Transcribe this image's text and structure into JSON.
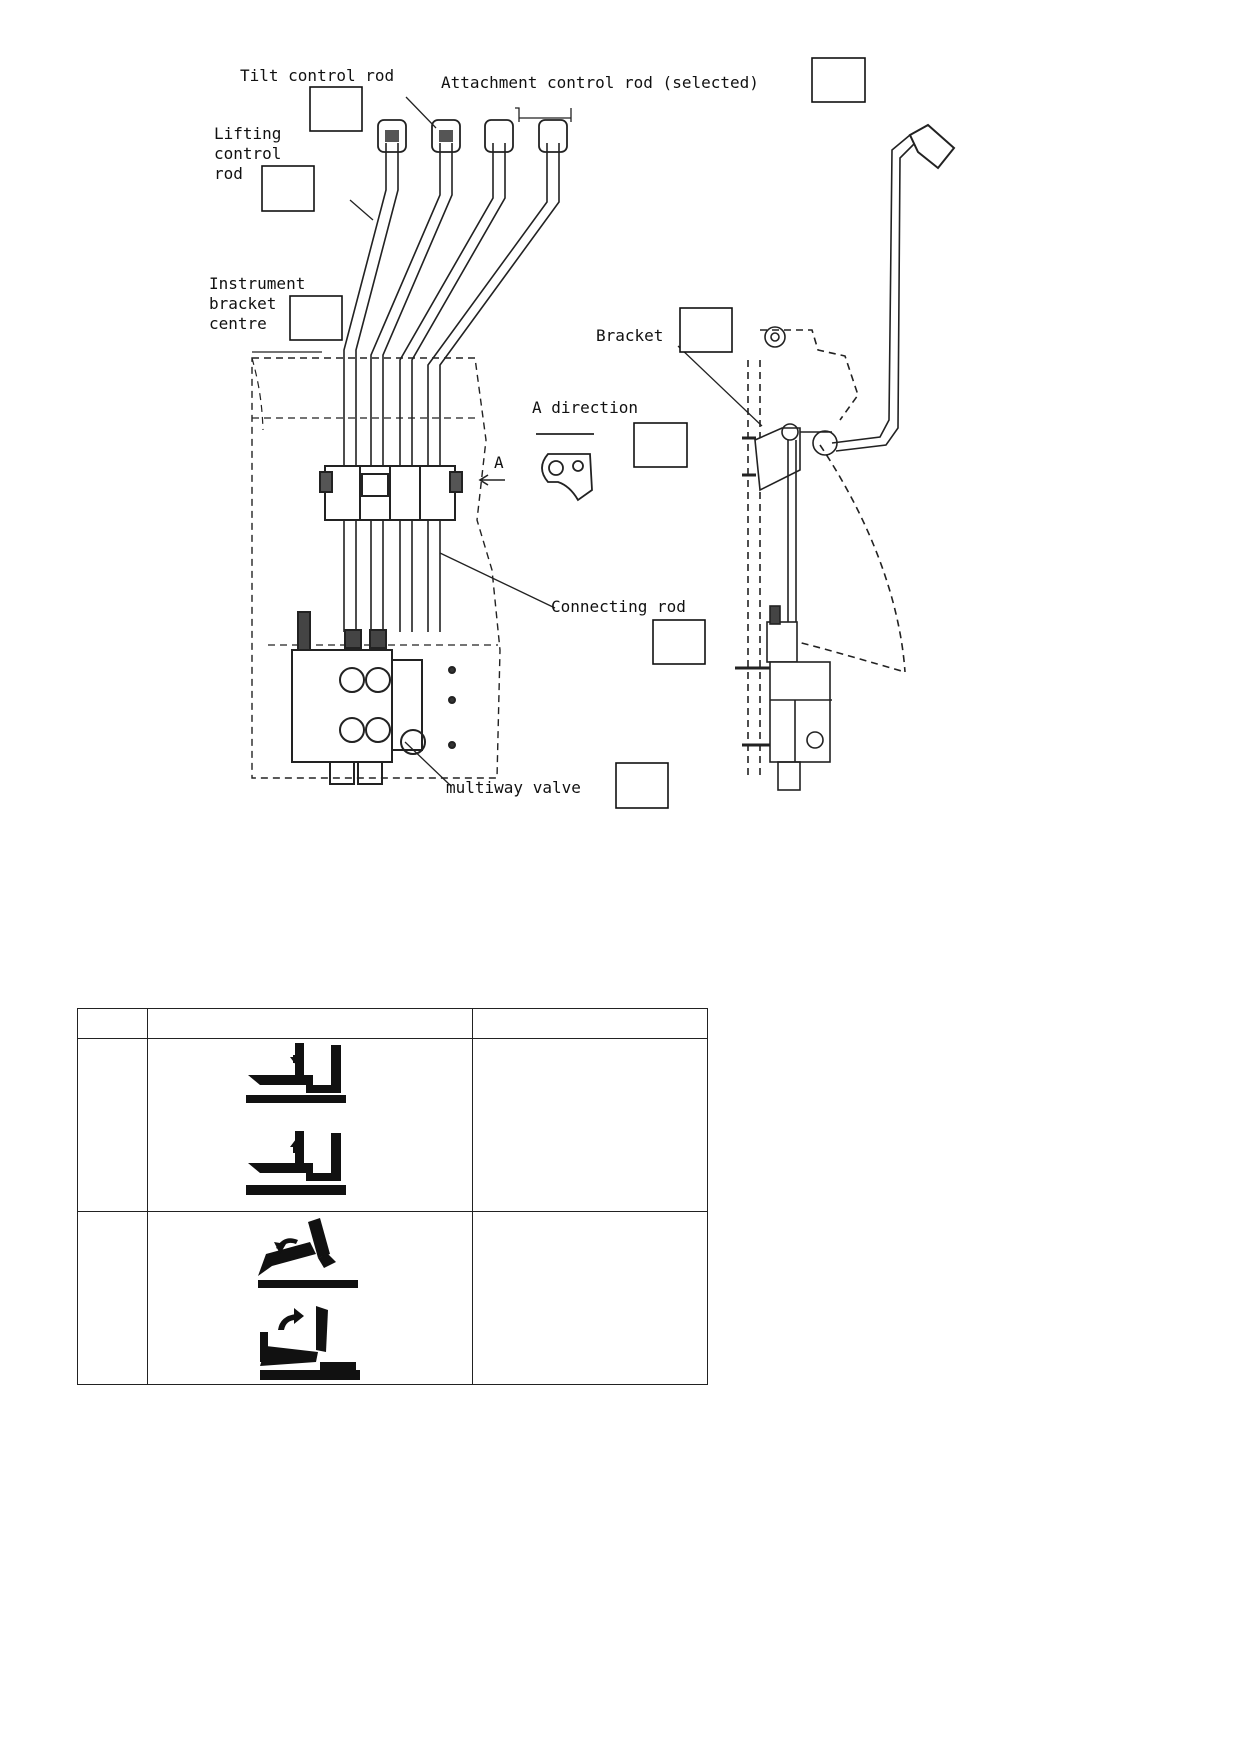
{
  "diagram": {
    "labels": {
      "tilt_control_rod": "Tilt control rod",
      "attachment_control_rod": "Attachment control rod (selected)",
      "lifting_control_rod": [
        "Lifting",
        "control",
        "rod"
      ],
      "instrument_bracket_centre": [
        "Instrument",
        "bracket",
        "centre"
      ],
      "bracket": "Bracket",
      "a_direction": "A direction",
      "a_marker": "A",
      "connecting_rod": "Connecting rod",
      "multiway_valve": "multiway valve"
    },
    "callout_boxes": [
      "tilt",
      "attachment",
      "lifting",
      "instrument-bracket",
      "bracket",
      "a-direction",
      "connecting-rod",
      "multiway-valve"
    ]
  },
  "operation_table": {
    "headers": [
      "",
      "",
      ""
    ],
    "rows": [
      {
        "no": "",
        "symbols": [
          "lift-down-icon",
          "lift-up-icon"
        ],
        "description": ""
      },
      {
        "no": "",
        "symbols": [
          "tilt-forward-icon",
          "tilt-backward-icon"
        ],
        "description": ""
      }
    ]
  },
  "colors": {
    "ink": "#111111",
    "paper": "#ffffff"
  }
}
